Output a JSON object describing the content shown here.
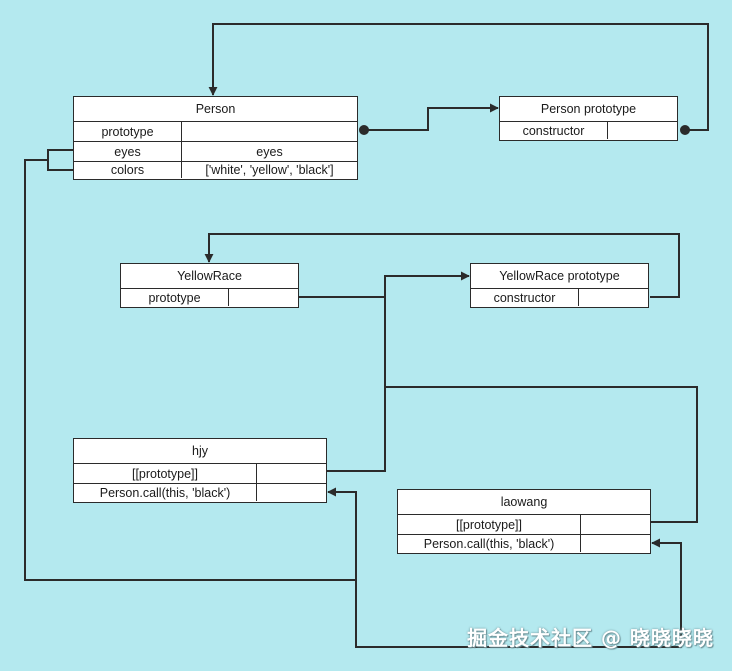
{
  "diagram": {
    "person": {
      "title": "Person",
      "prototype_label": "prototype",
      "eyes_label": "eyes",
      "eyes_value": "eyes",
      "colors_label": "colors",
      "colors_value": "['white', 'yellow', 'black']"
    },
    "person_prototype": {
      "title": "Person prototype",
      "constructor_label": "constructor"
    },
    "yellowrace": {
      "title": "YellowRace",
      "prototype_label": "prototype"
    },
    "yellowrace_prototype": {
      "title": "YellowRace prototype",
      "constructor_label": "constructor"
    },
    "hjy": {
      "title": "hjy",
      "proto_label": "[[prototype]]",
      "call_label": "Person.call(this, 'black')"
    },
    "laowang": {
      "title": "laowang",
      "proto_label": "[[prototype]]",
      "call_label": "Person.call(this, 'black')"
    },
    "watermark": "掘金技术社区 @ 晓晓晓晓"
  },
  "colors": {
    "background": "#b4e9ef",
    "line": "#2b2b2b",
    "box": "#ffffff",
    "watermark": "#ffffff"
  }
}
